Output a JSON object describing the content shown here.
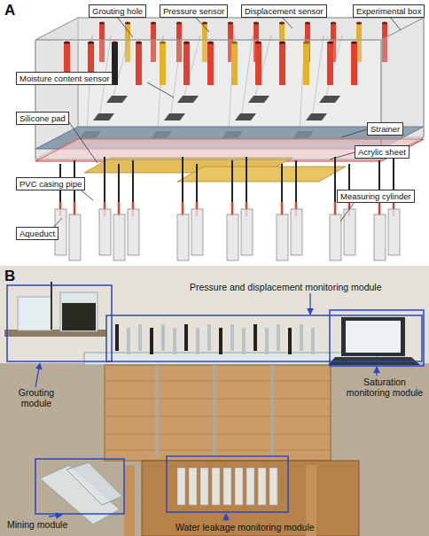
{
  "diagram": {
    "nodes": [
      {
        "text": [
          "Grouting hole"
        ]
      },
      {
        "text": [
          "Pressure sensor"
        ]
      },
      {
        "text": [
          "Displacement sensor"
        ]
      },
      {
        "text": [
          "Experimental box"
        ]
      },
      {
        "text": [
          "Moisture content sensor"
        ]
      },
      {
        "text": [
          "Strainer"
        ]
      },
      {
        "text": [
          "Silicone pad"
        ]
      },
      {
        "text": [
          "Acrylic sheet"
        ]
      },
      {
        "text": [
          "PVC casing pipe"
        ]
      },
      {
        "text": [
          "Aqueduct"
        ]
      },
      {
        "text": [
          "Measuring cylinder"
        ]
      }
    ],
    "labels": [
      "A",
      "B",
      "Pressure and displacement monitoring module",
      "Grouting module",
      "Saturation monitoring module",
      "Mining module",
      "Water leakage monitoring module"
    ]
  }
}
